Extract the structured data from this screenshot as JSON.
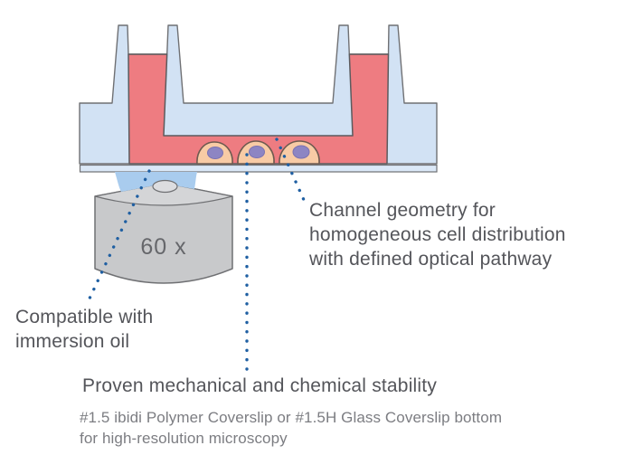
{
  "objective": {
    "label": "60 x"
  },
  "annotations": {
    "channel_geometry": "Channel geometry for\nhomogeneous cell distribution\nwith defined optical pathway",
    "immersion_oil": "Compatible with\nimmersion oil",
    "stability_title": "Proven mechanical and chemical stability",
    "stability_subtitle": "#1.5 ibidi Polymer Coverslip or #1.5H Glass Coverslip bottom\nfor high-resolution microscopy"
  },
  "colors": {
    "body_blue": "#d2e2f4",
    "coverslip_blue": "#dbe8f7",
    "medium_red": "#ee7c81",
    "outline_gray": "#6f7073",
    "liquid_outline": "#5b5b5e",
    "cell_fill": "#f8cba5",
    "cell_outline": "#6e5a50",
    "nucleus_purple": "#8d85c3",
    "nucleus_outline": "#7a72b2",
    "immersion_oil_blue": "#a9ccee",
    "objective_gray": "#c8c9cb",
    "objective_top_gray": "#d4d5d7",
    "lens_gray": "#dcdde0",
    "leader_blue": "#1f5fa2",
    "text_dark": "#54555a",
    "text_light": "#7c7d82"
  }
}
